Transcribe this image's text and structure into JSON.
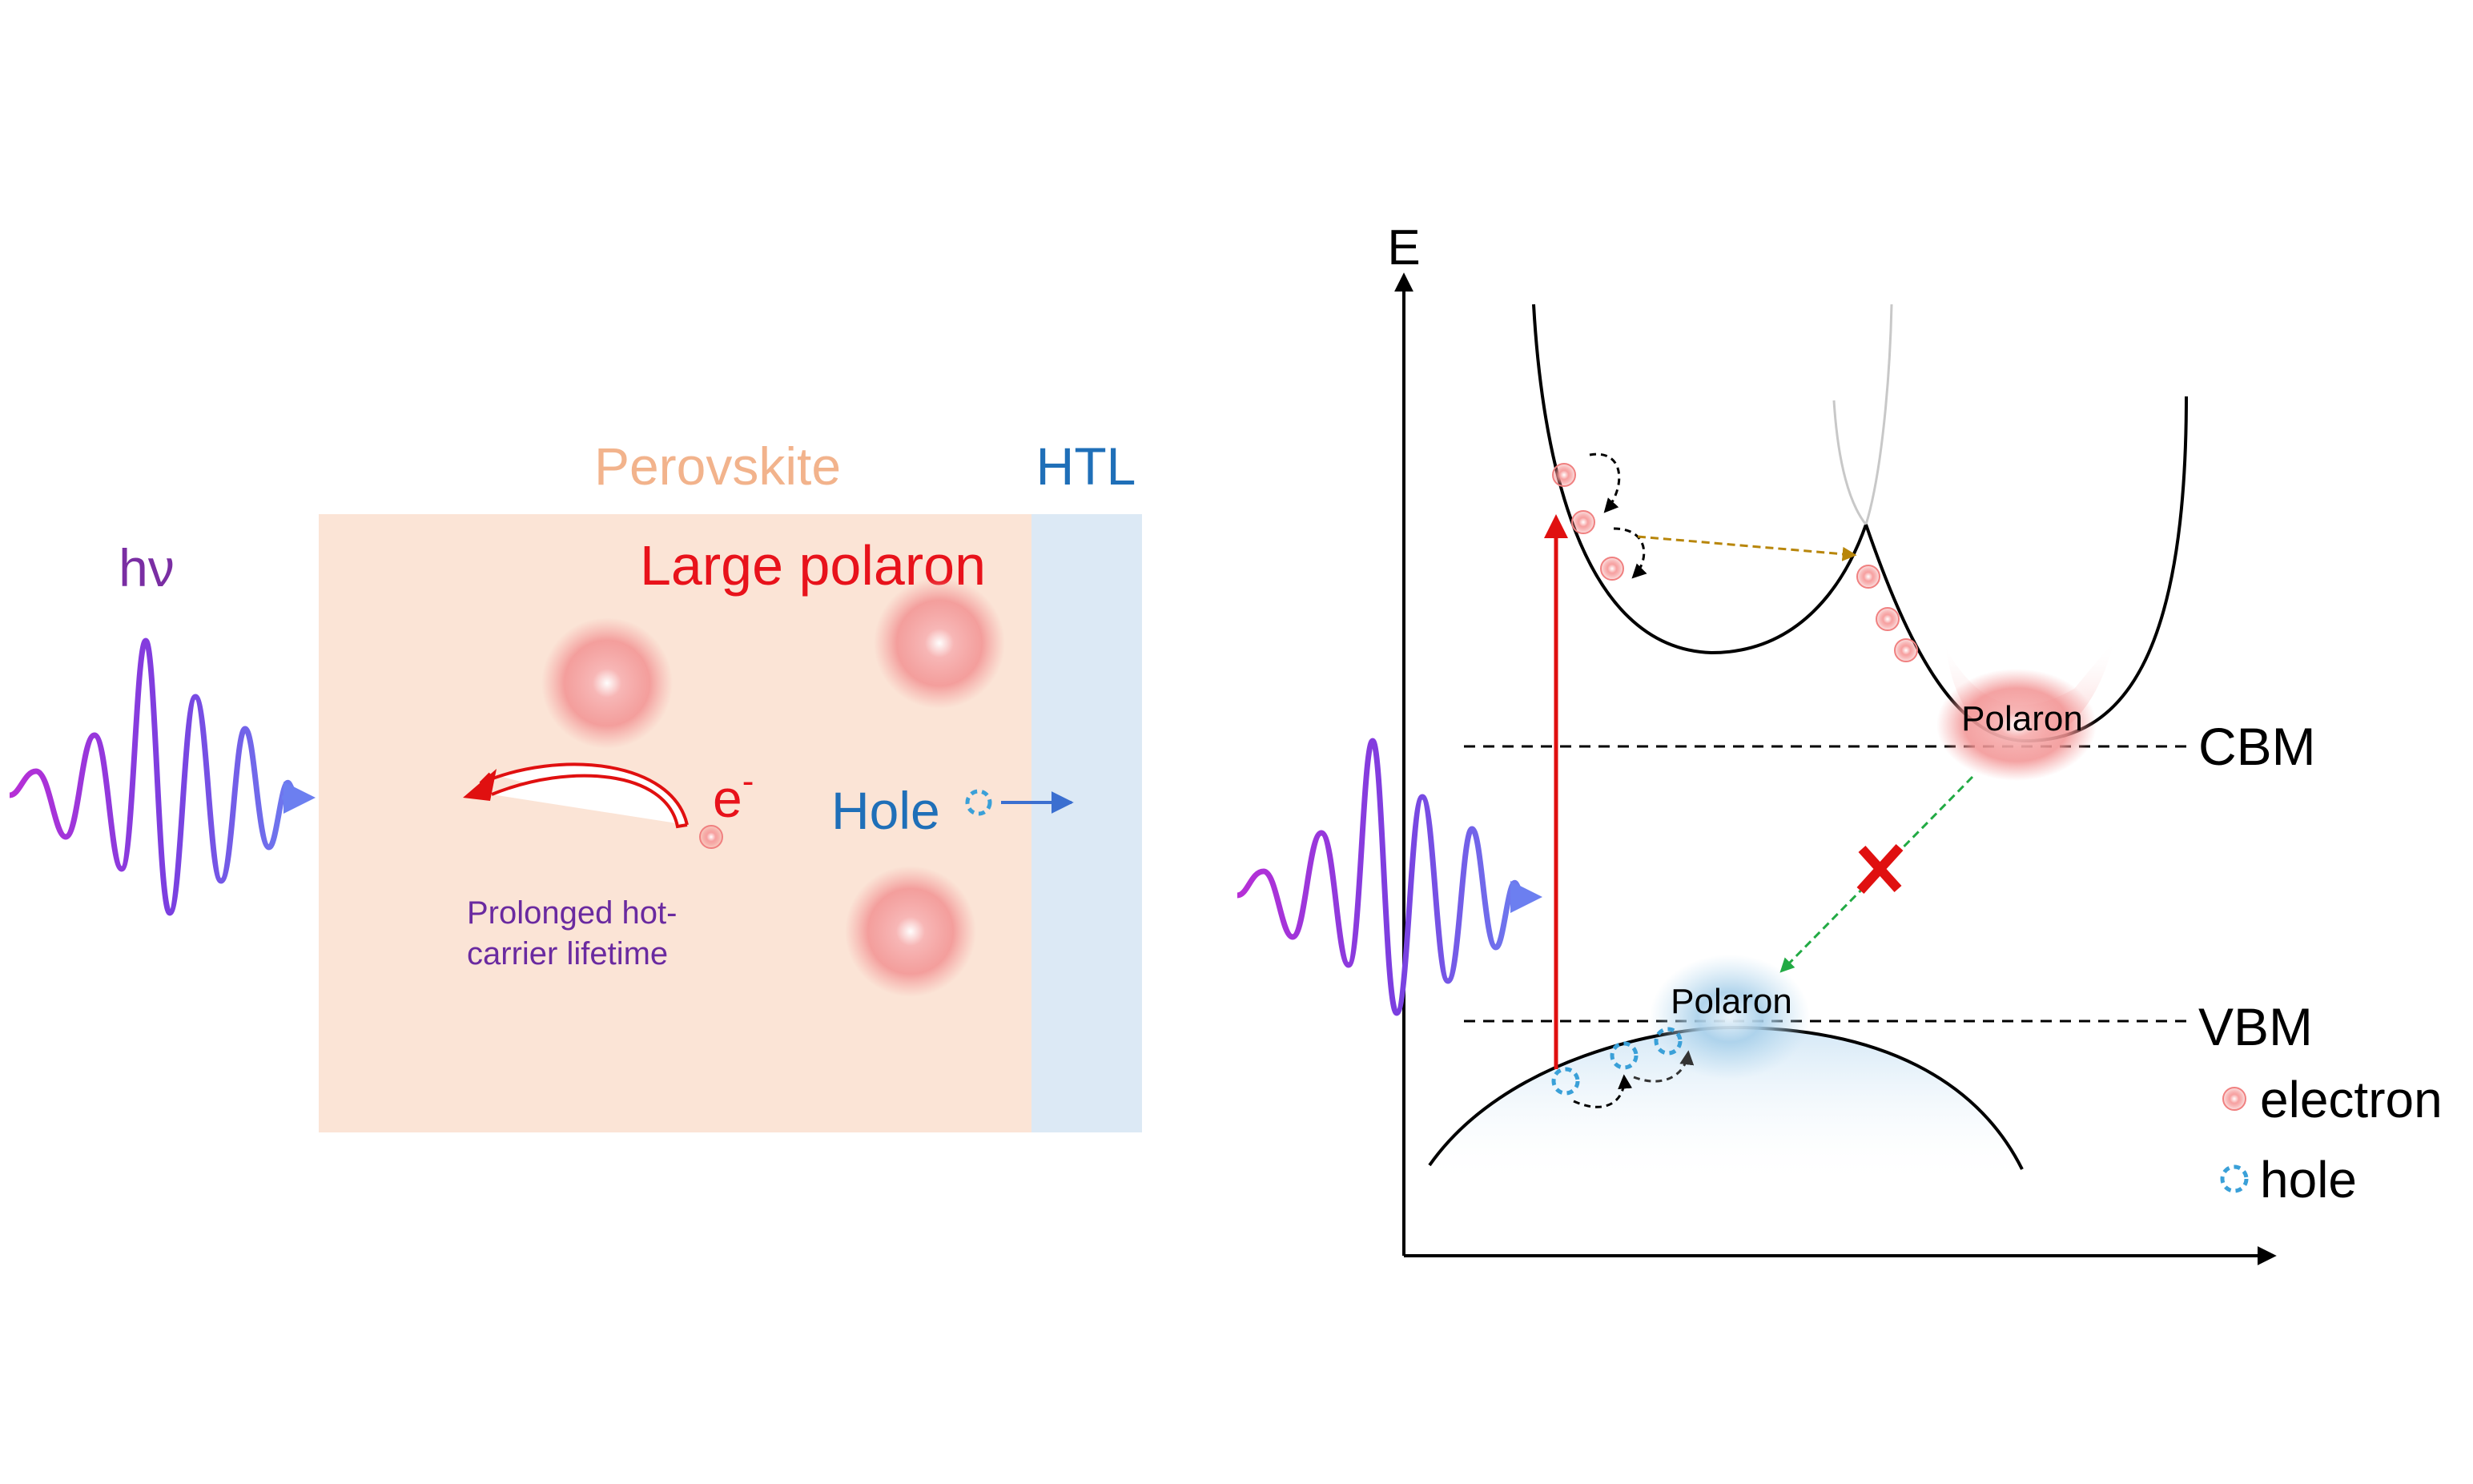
{
  "left_panel": {
    "photon_label": "hν",
    "perovskite_label": "Perovskite",
    "htl_label": "HTL",
    "large_polaron_label": "Large polaron",
    "electron_symbol": "e",
    "electron_superscript": "-",
    "hole_label": "Hole",
    "lifetime_line1": "Prolonged hot-",
    "lifetime_line2": "carrier lifetime"
  },
  "right_panel": {
    "energy_axis_label": "E",
    "cbm_label": "CBM",
    "vbm_label": "VBM",
    "polaron_cb_label": "Polaron",
    "polaron_vb_label": "Polaron",
    "legend": {
      "electron": "electron",
      "hole": "hole"
    }
  },
  "colors": {
    "perovskite_fill": "#fbe4d6",
    "perovskite_text": "#f2b38c",
    "htl_fill": "#dce9f5",
    "htl_text": "#1f6fb8",
    "polaron_red": "#f29a9a",
    "electron_red": "#ff0000",
    "hole_blue": "#1f6fb8",
    "photon_purple": "#7a2ea3",
    "lifetime_purple": "#6a2aa0",
    "excitation_arrow": "#e01010",
    "transfer_arrow": "#b8860b",
    "recombination_arrow": "#22aa44",
    "hole_outline": "#3aa0d8"
  }
}
